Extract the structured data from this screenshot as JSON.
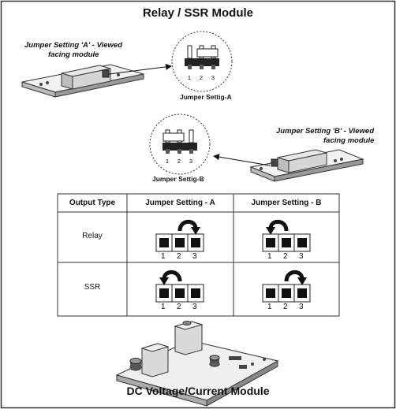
{
  "title": "Relay / SSR Module",
  "setting_a": {
    "note_line1": "Jumper Setting 'A' - Viewed",
    "note_line2": "facing module",
    "caption": "Jumper Settig-A",
    "pins": [
      "1",
      "2",
      "3"
    ]
  },
  "setting_b": {
    "note_line1": "Jumper Setting 'B' - Viewed",
    "note_line2": "facing module",
    "caption": "Jumper Settig-B",
    "pins": [
      "1",
      "2",
      "3"
    ]
  },
  "table": {
    "headers": [
      "Output Type",
      "Jumper Setting - A",
      "Jumper Setting - B"
    ],
    "rows": [
      {
        "label": "Relay",
        "a_link": "2-3",
        "b_link": "1-2"
      },
      {
        "label": "SSR",
        "a_link": "1-2",
        "b_link": "2-3"
      }
    ],
    "pin_labels": [
      "1",
      "2",
      "3"
    ]
  },
  "footer": "DC Voltage/Current Module"
}
